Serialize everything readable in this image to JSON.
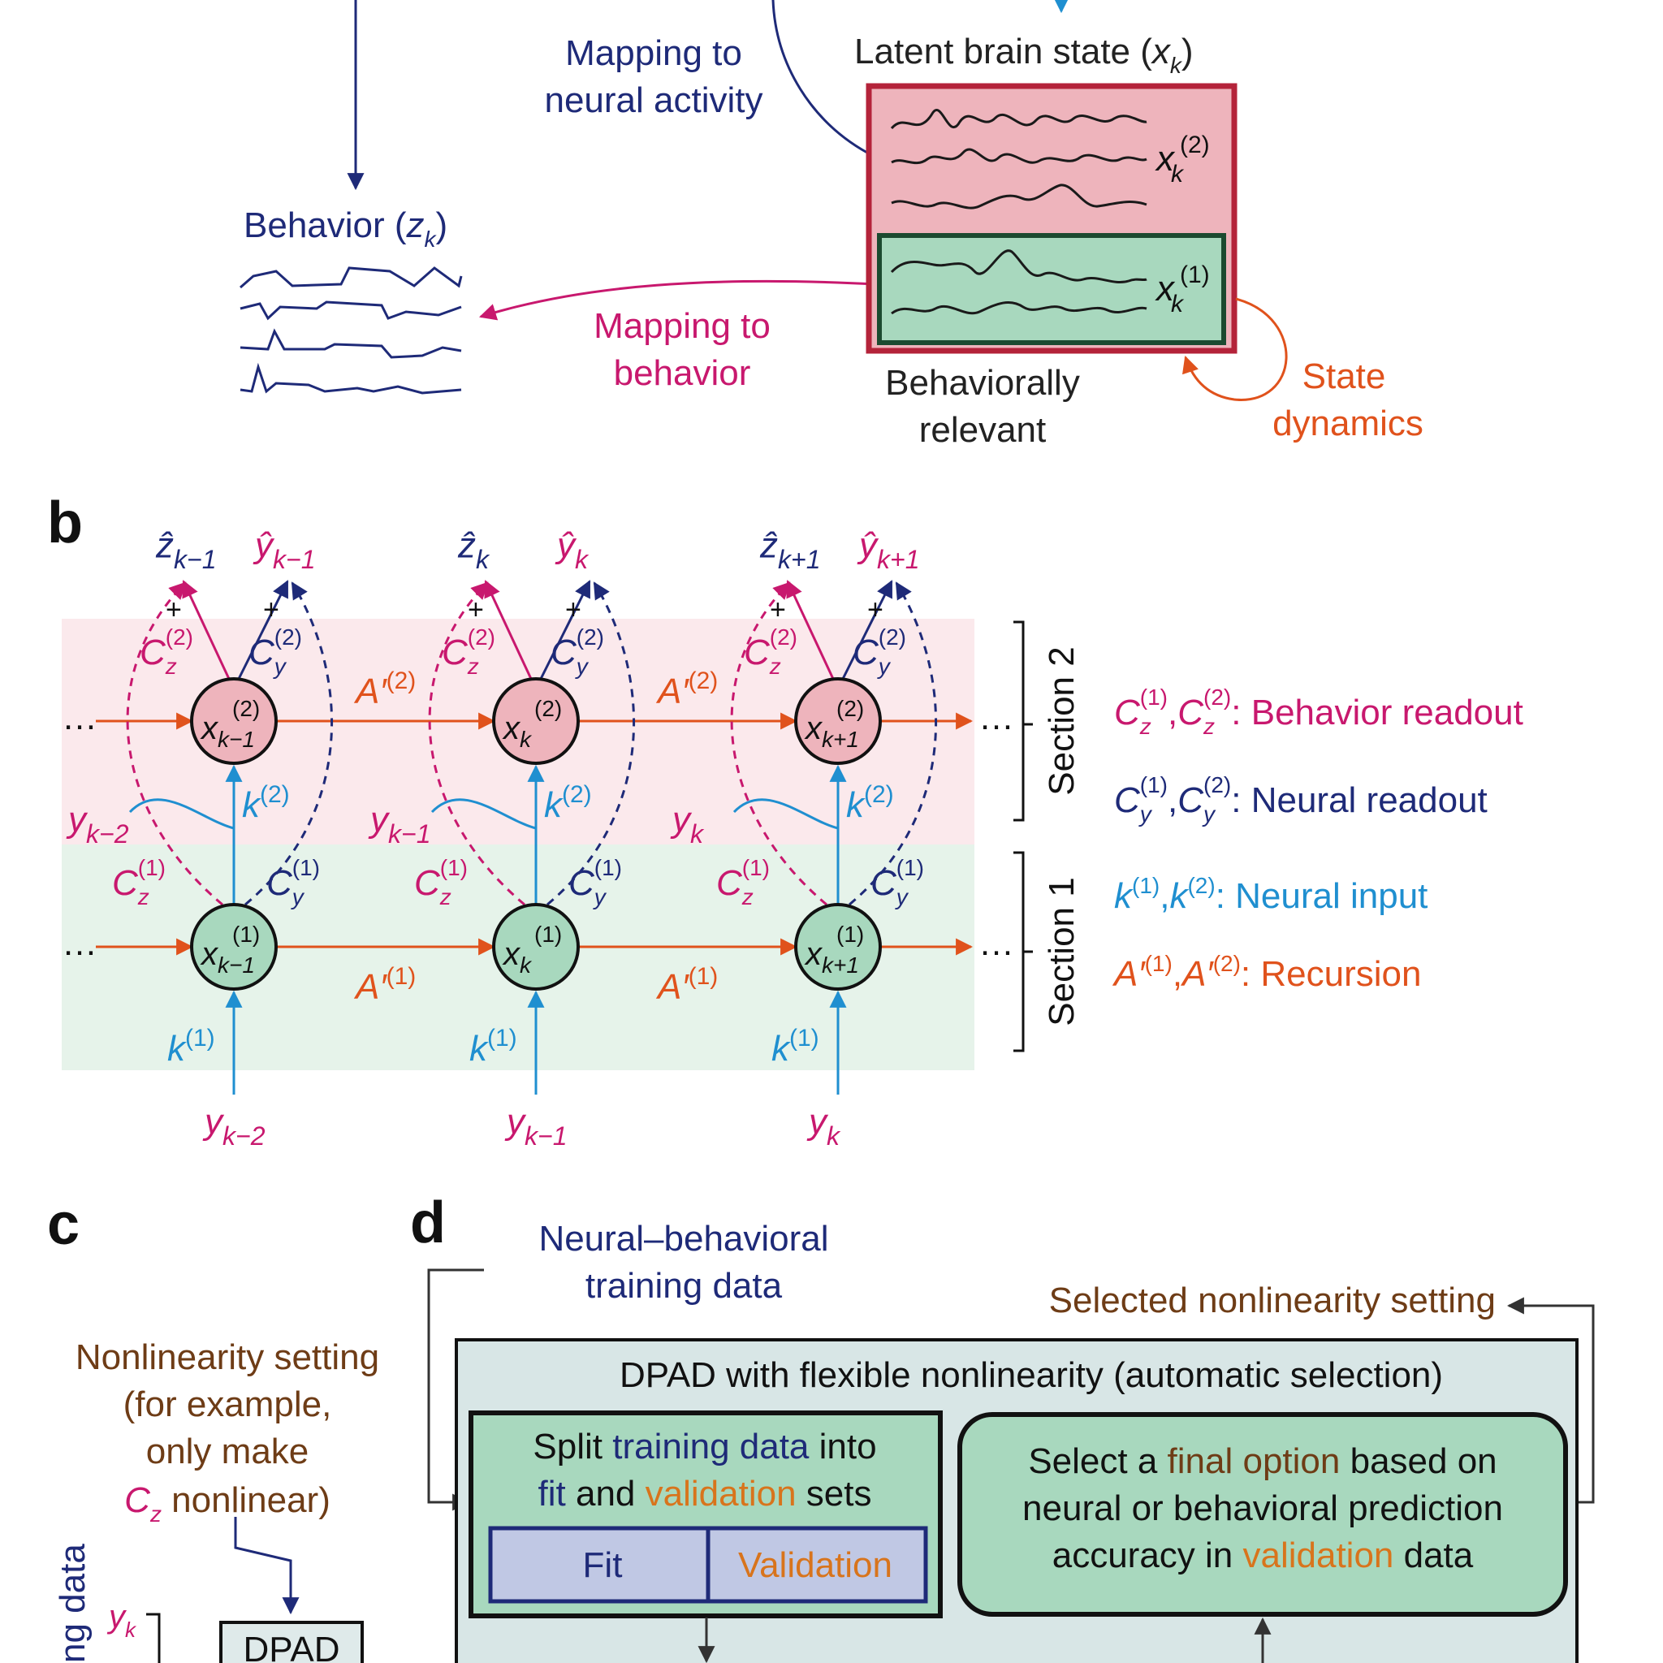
{
  "panel_a": {
    "latent_state": {
      "text": "Latent brain state (",
      "var": "x",
      "sub": "k",
      "close": ")"
    },
    "map_neural": [
      "Mapping to",
      "neural activity"
    ],
    "behavior": {
      "text": "Behavior (",
      "var": "z",
      "sub": "k",
      "close": ")"
    },
    "map_behavior": [
      "Mapping to",
      "behavior"
    ],
    "relevant": [
      "Behaviorally",
      "relevant"
    ],
    "dynamics": [
      "State",
      "dynamics"
    ],
    "x2": {
      "var": "x",
      "sub": "k",
      "sup": "(2)"
    },
    "x1": {
      "var": "x",
      "sub": "k",
      "sup": "(1)"
    }
  },
  "panel_b": {
    "label": "b",
    "section2": "Section 2",
    "section1": "Section 1",
    "legend": {
      "behavior": ": Behavior readout",
      "neural": ": Neural readout",
      "input": ": Neural input",
      "recursion": ": Recursion"
    },
    "steps": [
      {
        "sub": "k−1",
        "ysub": "k−2"
      },
      {
        "sub": "k",
        "ysub": "k−1"
      },
      {
        "sub": "k+1",
        "ysub": "k"
      }
    ],
    "plus": "+",
    "ellipsis": "…"
  },
  "panel_c": {
    "label": "c",
    "setting": [
      "Nonlinearity setting",
      "(for example,",
      "only make"
    ],
    "setting_last": {
      "var": "C",
      "sub": "z",
      "rest": " nonlinear)"
    },
    "side_text": "ng data",
    "yk": {
      "var": "y",
      "sub": "k"
    },
    "box": "DPAD"
  },
  "panel_d": {
    "label": "d",
    "training": [
      "Neural–behavioral",
      "training data"
    ],
    "selected": "Selected nonlinearity setting",
    "dpad_title": "DPAD with flexible nonlinearity (automatic selection)",
    "split": {
      "l1a": "Split ",
      "l1b": "training data",
      "l1c": " into",
      "l2a": "fit",
      "l2b": " and ",
      "l2c": "validation",
      "l2d": " sets"
    },
    "fit": "Fit",
    "validation": "Validation",
    "select": {
      "l1a": "Select a ",
      "l1b": "final option",
      "l1c": " based on",
      "l2": "neural or behavioral prediction",
      "l3a": "accuracy in ",
      "l3b": "validation",
      "l3c": " data"
    }
  },
  "colors": {
    "navy": "#1e2a78",
    "magenta": "#c8186e",
    "orange": "#e0521c",
    "blue": "#1f8fd0",
    "red_border": "#b4233a",
    "pink_fill": "#eeb4bc",
    "green_fill": "#a8d8be",
    "section2_bg": "#fbe9ec",
    "section1_bg": "#e6f3ea",
    "brown": "#6e3c16",
    "dpad_bg": "#d8e6e6",
    "fitval_bg": "#c0c8e4",
    "validation_text": "#d8741c"
  }
}
